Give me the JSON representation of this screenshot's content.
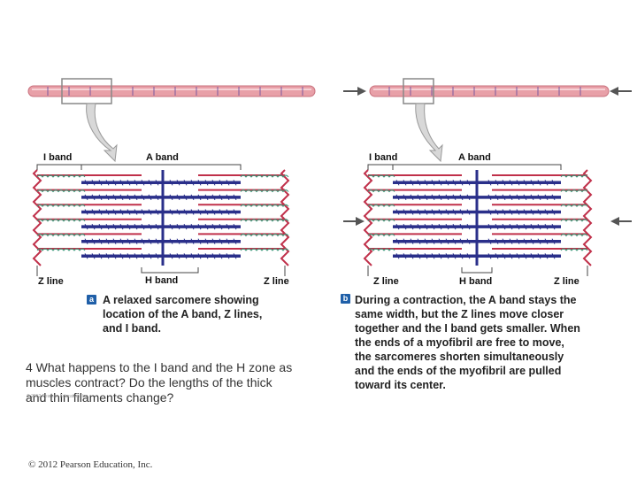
{
  "left_panel": {
    "tag": "a",
    "i_band": "I band",
    "a_band": "A band",
    "h_band": "H band",
    "z_line_left": "Z line",
    "z_line_right": "Z line",
    "caption": [
      "A relaxed sarcomere showing",
      "location of the A band, Z lines,",
      "and I band."
    ]
  },
  "right_panel": {
    "tag": "b",
    "i_band": "I band",
    "a_band": "A band",
    "h_band": "H band",
    "z_line_left": "Z line",
    "z_line_right": "Z line",
    "caption": [
      "During a contraction, the A band stays the",
      "same width, but the Z lines move closer",
      "together and the I band gets smaller. When",
      "the ends of a myofibril are free to move,",
      "the sarcomeres shorten simultaneously",
      "and the ends of the myofibril are pulled",
      "toward its center."
    ]
  },
  "question": [
    "4 What happens to the I band and the H zone as",
    "muscles contract?  Do the lengths of the thick",
    "and thin filaments change?"
  ],
  "small_credit": "© 2012 Pearson Education, Inc.",
  "copyright": "© 2012 Pearson Education, Inc.",
  "colors": {
    "myofibril": "#e8a0a8",
    "thick_filament": "#2a2f8a",
    "thin_filament": "#c0304a",
    "z_line": "#c0304a",
    "titin": "#3a9a7a",
    "arrow": "#555555",
    "tag": "#1f5fa8"
  }
}
